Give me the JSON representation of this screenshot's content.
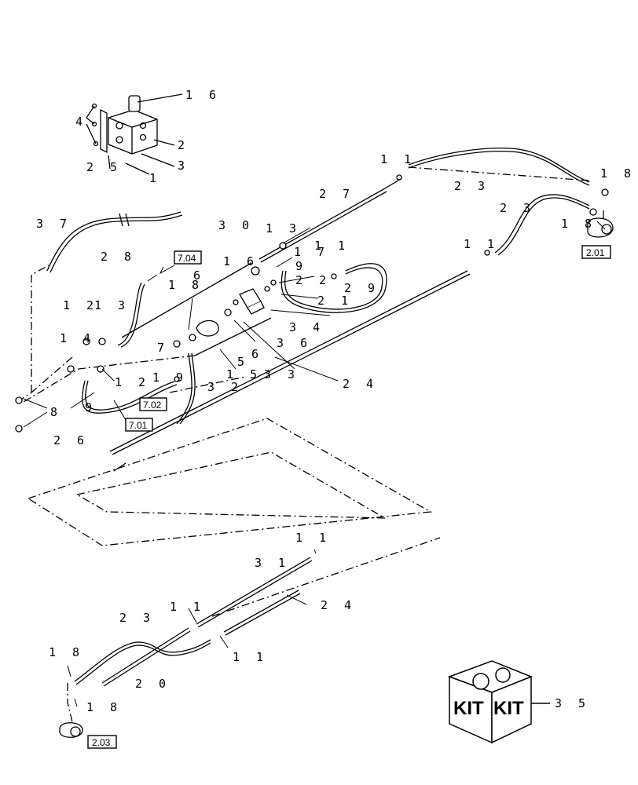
{
  "callouts": {
    "c1": "1",
    "c2": "2",
    "c3": "3",
    "c4": "4",
    "c25": "2 5",
    "c16a": "1 6",
    "c37": "3 7",
    "c27": "2 7",
    "c11a": "1 1",
    "c23a": "2 3",
    "c18a": "1 8",
    "c23b": "2 3",
    "c18b": "1 8",
    "c30": "3 0",
    "c13a": "1 3",
    "c16b": "1 6",
    "c17": "1 7",
    "c11b": "1 1",
    "c9a": "9",
    "c22": "2 2",
    "c21": "2 1",
    "c29": "2 9",
    "c11c": "1 1",
    "c28": "2 8",
    "c18c": "1 8",
    "c6a": "6",
    "c12a": "1 2",
    "c13b": "1 3",
    "c14": "1 4",
    "c34": "3 4",
    "c36": "3 6",
    "c6b": "6",
    "c5": "5",
    "c7": "7",
    "c19": "1 9",
    "c15": "1 5",
    "c33": "3 3",
    "c32": "3 2",
    "c12b": "1 2",
    "c8": "8",
    "c9b": "9",
    "c26": "2 6",
    "c24a": "2 4",
    "c11d": "1 1",
    "c31": "3 1",
    "c23c": "2 3",
    "c11e": "1 1",
    "c24b": "2 4",
    "c18d": "1 8",
    "c11f": "1 1",
    "c20": "2 0",
    "c18e": "1 8",
    "c35": "3 5"
  },
  "refs": {
    "r704": "7.04",
    "r702": "7.02",
    "r701": "7.01",
    "r201": "2.01",
    "r203": "2.03"
  },
  "kit": {
    "left": "KIT",
    "right": "KIT"
  }
}
